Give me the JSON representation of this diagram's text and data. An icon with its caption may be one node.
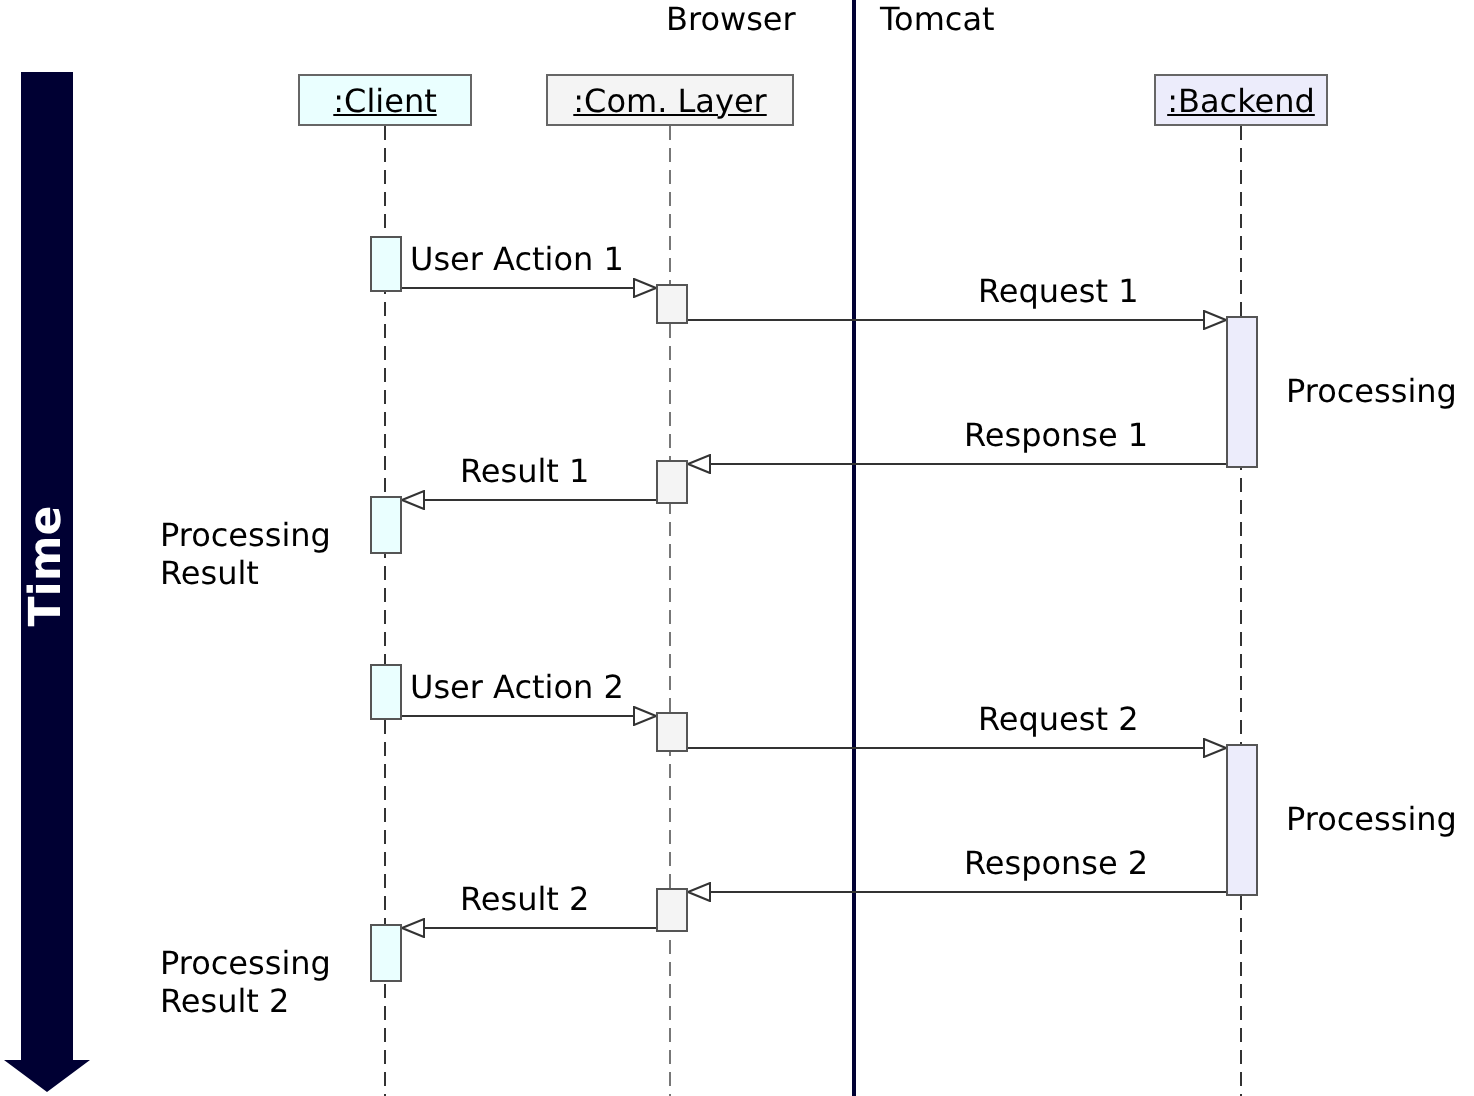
{
  "diagram": {
    "nodes": [
      {
        "text": [
          "Time"
        ]
      },
      {
        "text": [
          ":Client"
        ]
      },
      {
        "text": [
          ":Com. Layer"
        ]
      },
      {
        "text": [
          ":Backend"
        ]
      },
      {
        "text": [],
        "shape": "box"
      },
      {
        "text": [],
        "shape": "box"
      },
      {
        "text": [],
        "shape": "box",
        "beside": [
          "Processing"
        ]
      },
      {
        "text": [],
        "shape": "box"
      },
      {
        "text": [],
        "shape": "box",
        "beside": [
          "Processing Result"
        ]
      },
      {
        "text": [],
        "shape": "box"
      },
      {
        "text": [],
        "shape": "box"
      },
      {
        "text": [],
        "shape": "box",
        "beside": [
          "Processing"
        ]
      },
      {
        "text": [],
        "shape": "box"
      },
      {
        "text": [],
        "shape": "box",
        "beside": [
          "Processing Result 2"
        ]
      }
    ],
    "edges": [
      {
        "from": 4,
        "to": 5,
        "arrow": "to",
        "label": "User Action 1"
      },
      {
        "from": 5,
        "to": 6,
        "arrow": "to",
        "label": "Request 1"
      },
      {
        "from": 6,
        "to": 7,
        "arrow": "to",
        "label": "Response 1"
      },
      {
        "from": 7,
        "to": 8,
        "arrow": "to",
        "label": "Result 1"
      },
      {
        "from": 9,
        "to": 10,
        "arrow": "to",
        "label": "User Action 2"
      },
      {
        "from": 10,
        "to": 11,
        "arrow": "to",
        "label": "Request 2"
      },
      {
        "from": 11,
        "to": 12,
        "arrow": "to",
        "label": "Response 2"
      },
      {
        "from": 12,
        "to": 13,
        "arrow": "to",
        "label": "Result 2"
      }
    ],
    "labels": [
      "Browser",
      "Tomcat"
    ]
  }
}
